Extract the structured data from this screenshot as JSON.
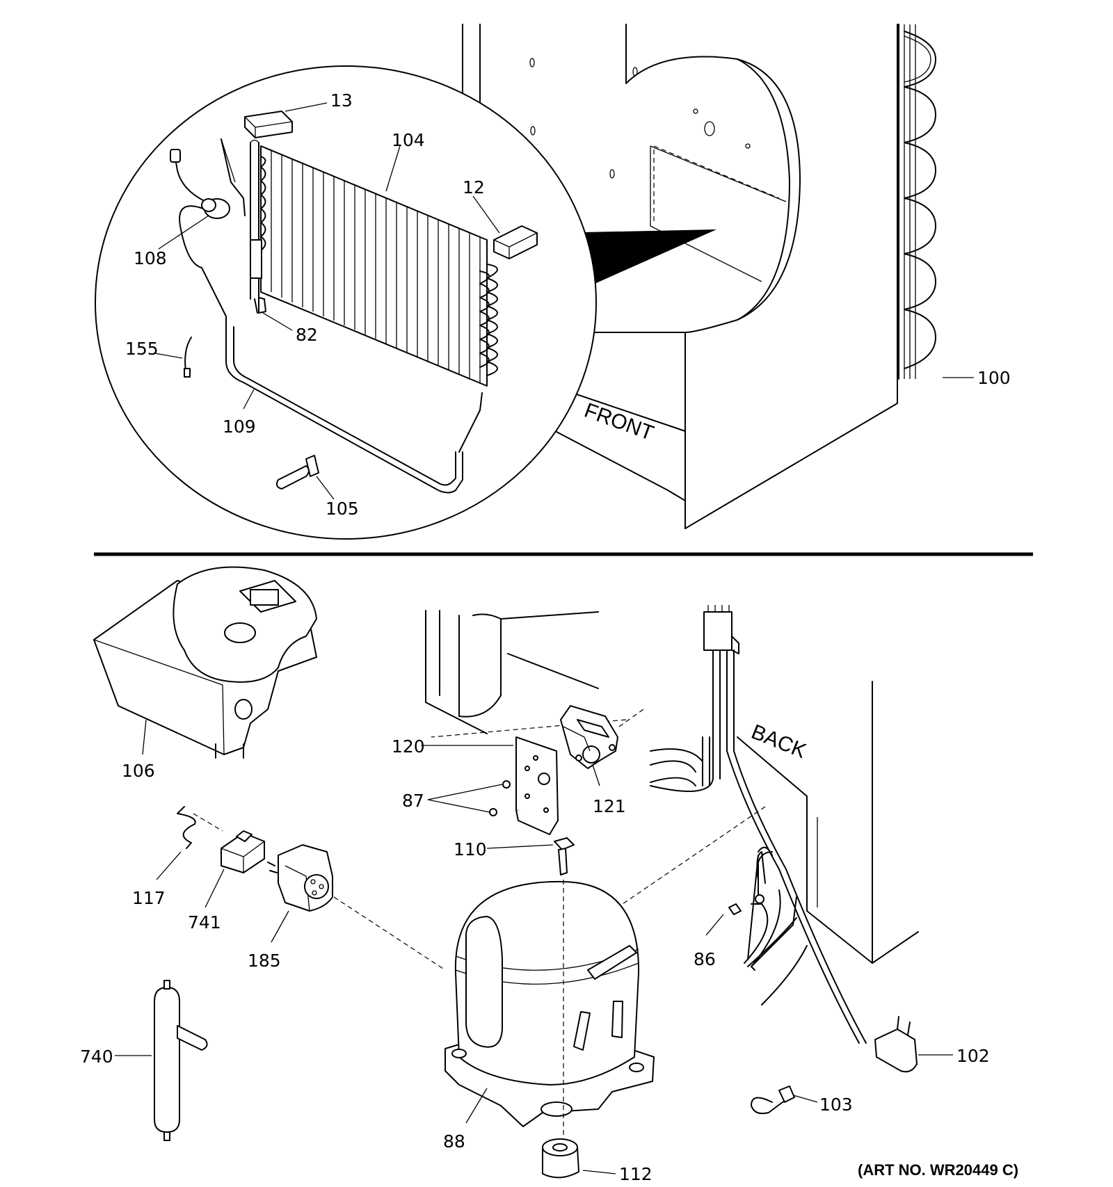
{
  "callouts": {
    "c13": "13",
    "c104": "104",
    "c12": "12",
    "c108": "108",
    "c82": "82",
    "c155": "155",
    "c109": "109",
    "c105": "105",
    "c100": "100",
    "c106": "106",
    "c120": "120",
    "c87": "87",
    "c121": "121",
    "c110": "110",
    "c117": "117",
    "c741": "741",
    "c185": "185",
    "c86": "86",
    "c102": "102",
    "c740": "740",
    "c88": "88",
    "c103": "103",
    "c112": "112"
  },
  "markings": {
    "front": "FRONT",
    "back": "BACK"
  },
  "art_number": "(ART NO. WR20449 C)",
  "colors": {
    "line": "#000000",
    "background": "#ffffff"
  }
}
